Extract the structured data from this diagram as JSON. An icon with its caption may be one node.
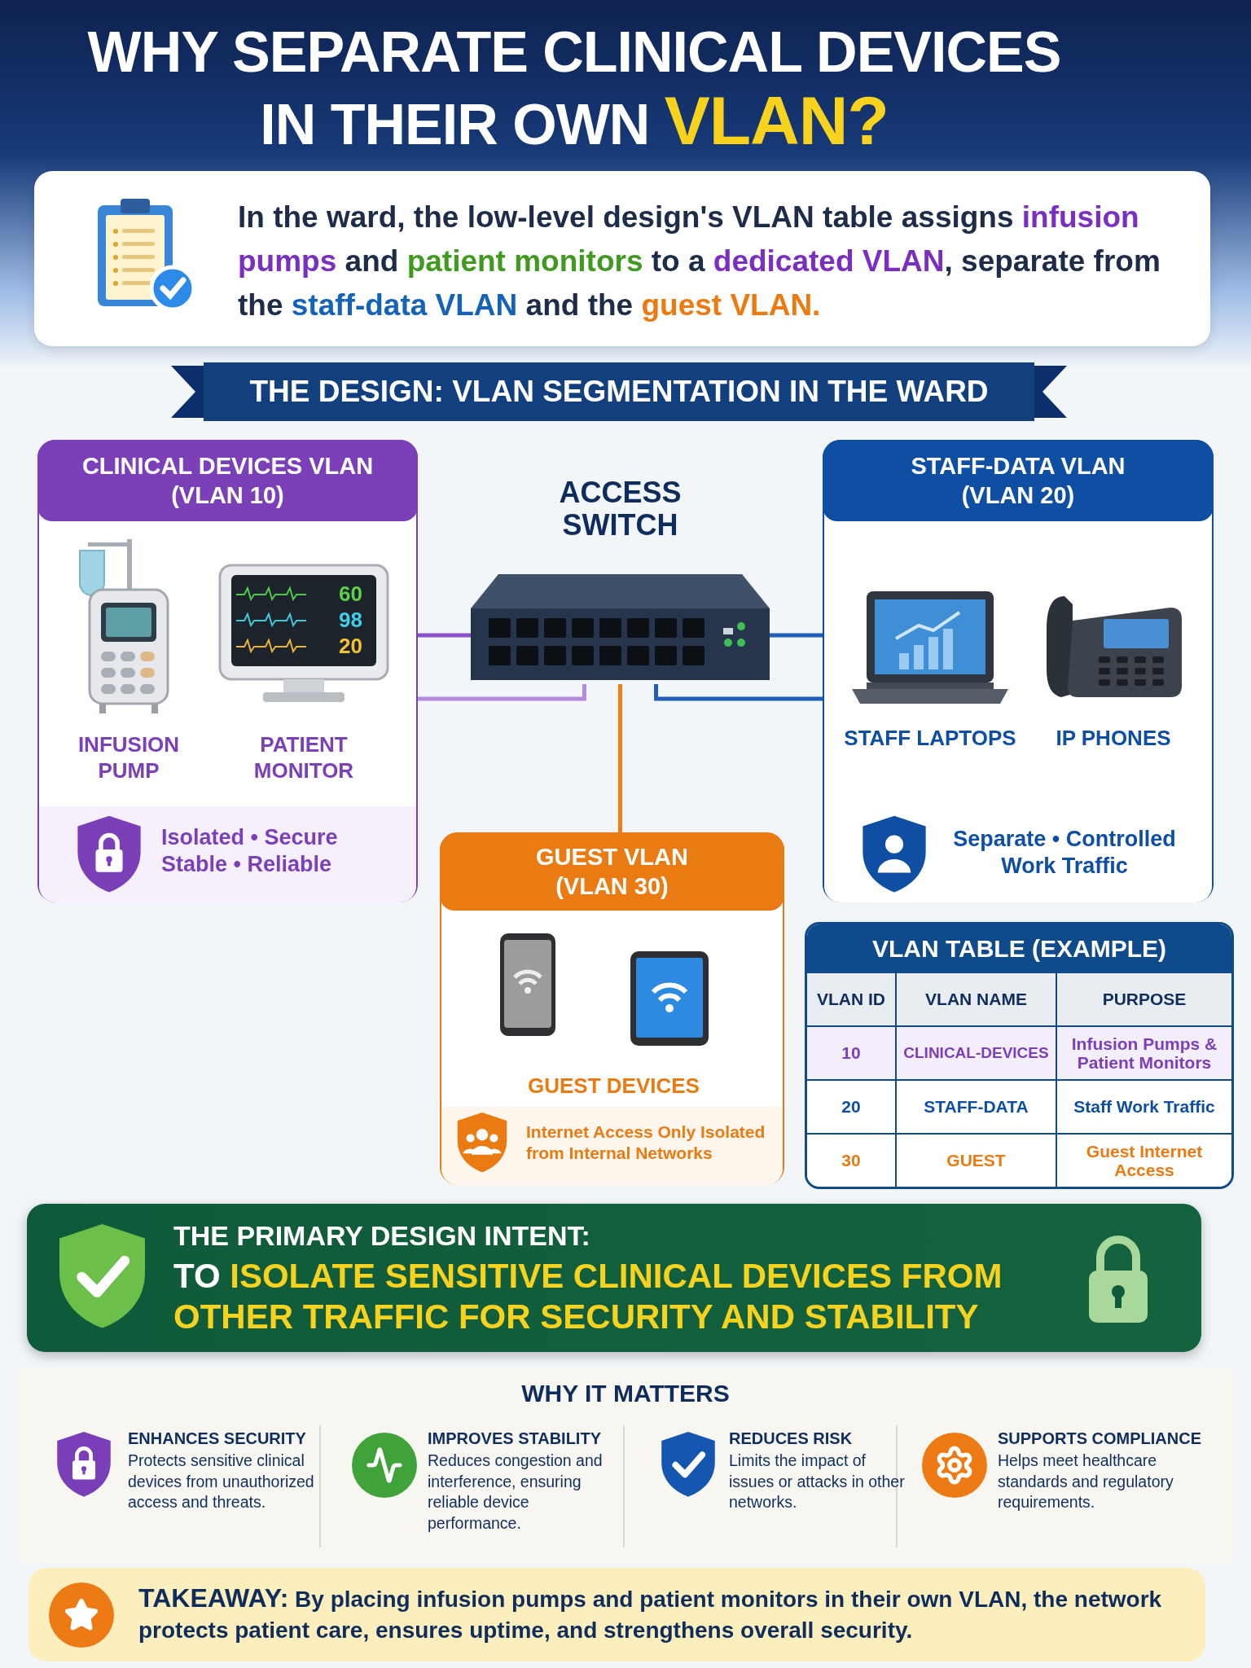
{
  "diagram": {
    "title": "WHY SEPARATE CLINICAL DEVICES IN THEIR OWN **VLAN?**",
    "nodes": [
      {
        "text": [
          "In the ward, the low-level design's VLAN table assigns **infusion pumps** and **patient monitors** to a **dedicated VLAN**, separate from the **staff-data VLAN** and the **guest VLAN.**"
        ]
      },
      {
        "text": [
          "THE DESIGN: VLAN SEGMENTATION IN THE WARD"
        ]
      },
      {
        "text": [
          "CLINICAL DEVICES VLAN (VLAN 10)"
        ]
      },
      {
        "text": [
          "INFUSION PUMP"
        ],
        "in": 2
      },
      {
        "text": [
          "PATIENT MONITOR"
        ],
        "in": 2
      },
      {
        "text": [
          "Isolated • Secure Stable • Reliable"
        ],
        "in": 2
      },
      {
        "text": [
          "ACCESS SWITCH"
        ]
      },
      {
        "text": [
          "STAFF-DATA VLAN (VLAN 20)"
        ]
      },
      {
        "text": [
          "STAFF LAPTOPS"
        ],
        "in": 7
      },
      {
        "text": [
          "IP PHONES"
        ],
        "in": 7
      },
      {
        "text": [
          "Separate • Controlled Work Traffic"
        ],
        "in": 7
      },
      {
        "text": [
          "GUEST VLAN (VLAN 30)"
        ]
      },
      {
        "text": [
          "GUEST DEVICES"
        ],
        "in": 11
      },
      {
        "text": [
          "Internet Access Only Isolated from Internal Networks"
        ],
        "in": 11
      },
      {
        "text": [
          "VLAN TABLE (EXAMPLE)"
        ]
      },
      {
        "text": [
          "THE PRIMARY DESIGN INTENT:",
          "TO **ISOLATE SENSITIVE CLINICAL DEVICES FROM OTHER TRAFFIC FOR SECURITY AND STABILITY**"
        ]
      },
      {
        "text": [
          "WHY IT MATTERS"
        ]
      },
      {
        "text": [
          "ENHANCES SECURITY",
          "Protects sensitive clinical devices from unauthorized access and threats."
        ],
        "in": 16
      },
      {
        "text": [
          "IMPROVES STABILITY",
          "Reduces congestion and interference, ensuring reliable device performance."
        ],
        "in": 16
      },
      {
        "text": [
          "REDUCES RISK",
          "Limits the impact of issues or attacks in other networks."
        ],
        "in": 16
      },
      {
        "text": [
          "SUPPORTS COMPLIANCE",
          "Helps meet healthcare standards and regulatory requirements."
        ],
        "in": 16
      },
      {
        "text": [
          "**TAKEAWAY:** By placing infusion pumps and patient monitors in their own VLAN, the network protects patient care, ensures uptime, and strengthens overall security."
        ]
      }
    ],
    "edges": [
      {
        "from": 6,
        "to": 2,
        "arrow": "none",
        "color": "#8a4fc9"
      },
      {
        "from": 6,
        "to": 2,
        "arrow": "none",
        "color": "#b58ae0"
      },
      {
        "from": 6,
        "to": 7,
        "arrow": "none",
        "color": "#1f5fb8"
      },
      {
        "from": 6,
        "to": 7,
        "arrow": "none",
        "color": "#1f5fb8"
      },
      {
        "from": 6,
        "to": 11,
        "arrow": "none",
        "color": "#ee7d16"
      }
    ],
    "labels": [
      "60",
      "98",
      "20",
      "VLAN ID",
      "VLAN NAME",
      "PURPOSE",
      "10",
      "CLINICAL-DEVICES",
      "Infusion Pumps & Patient Monitors",
      "20",
      "STAFF-DATA",
      "Staff Work Traffic",
      "30",
      "GUEST",
      "Guest Internet Access"
    ]
  }
}
